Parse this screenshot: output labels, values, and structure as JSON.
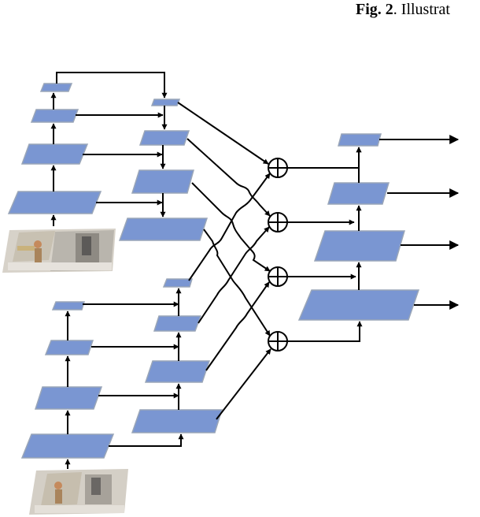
{
  "caption": {
    "label": "Fig. 2",
    "text": ". Illustrat"
  },
  "colors": {
    "feature_map_fill": "#7a96d2",
    "feature_map_edge": "#9aa6b8",
    "arrow": "#000000",
    "background": "#ffffff"
  },
  "nodes": {
    "input_images": [
      "top-input-image",
      "bottom-input-image"
    ],
    "top_stream": {
      "bottom_up_levels": 4,
      "top_down_levels": 4
    },
    "bottom_stream": {
      "bottom_up_levels": 4,
      "top_down_levels": 4
    },
    "fusion_nodes": 4,
    "fusion_symbol": "plus-circle",
    "output_pyramid_levels": 4,
    "outputs": 4
  },
  "icons": {
    "fusion": "circle-plus-icon",
    "arrow": "arrowhead-icon",
    "image": "photo-thumbnail-icon"
  }
}
